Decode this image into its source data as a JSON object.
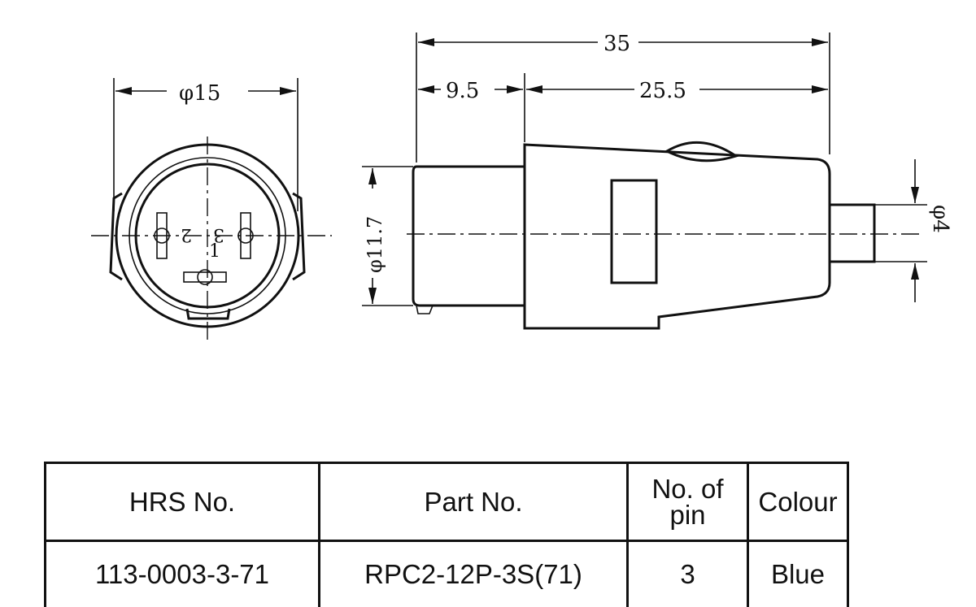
{
  "drawing": {
    "front_view": {
      "diameter_label": "φ15",
      "pin_labels": [
        "1",
        "2",
        "3"
      ]
    },
    "side_view": {
      "overall_length_label": "35",
      "front_length_label": "9.5",
      "body_length_label": "25.5",
      "body_diameter_label": "φ11.7",
      "cable_diameter_label": "φ4"
    }
  },
  "table": {
    "headers": [
      "HRS No.",
      "Part No.",
      "No. of pin",
      "Colour"
    ],
    "rows": [
      [
        "113-0003-3-71",
        "RPC2-12P-3S(71)",
        "3",
        "Blue"
      ]
    ]
  }
}
